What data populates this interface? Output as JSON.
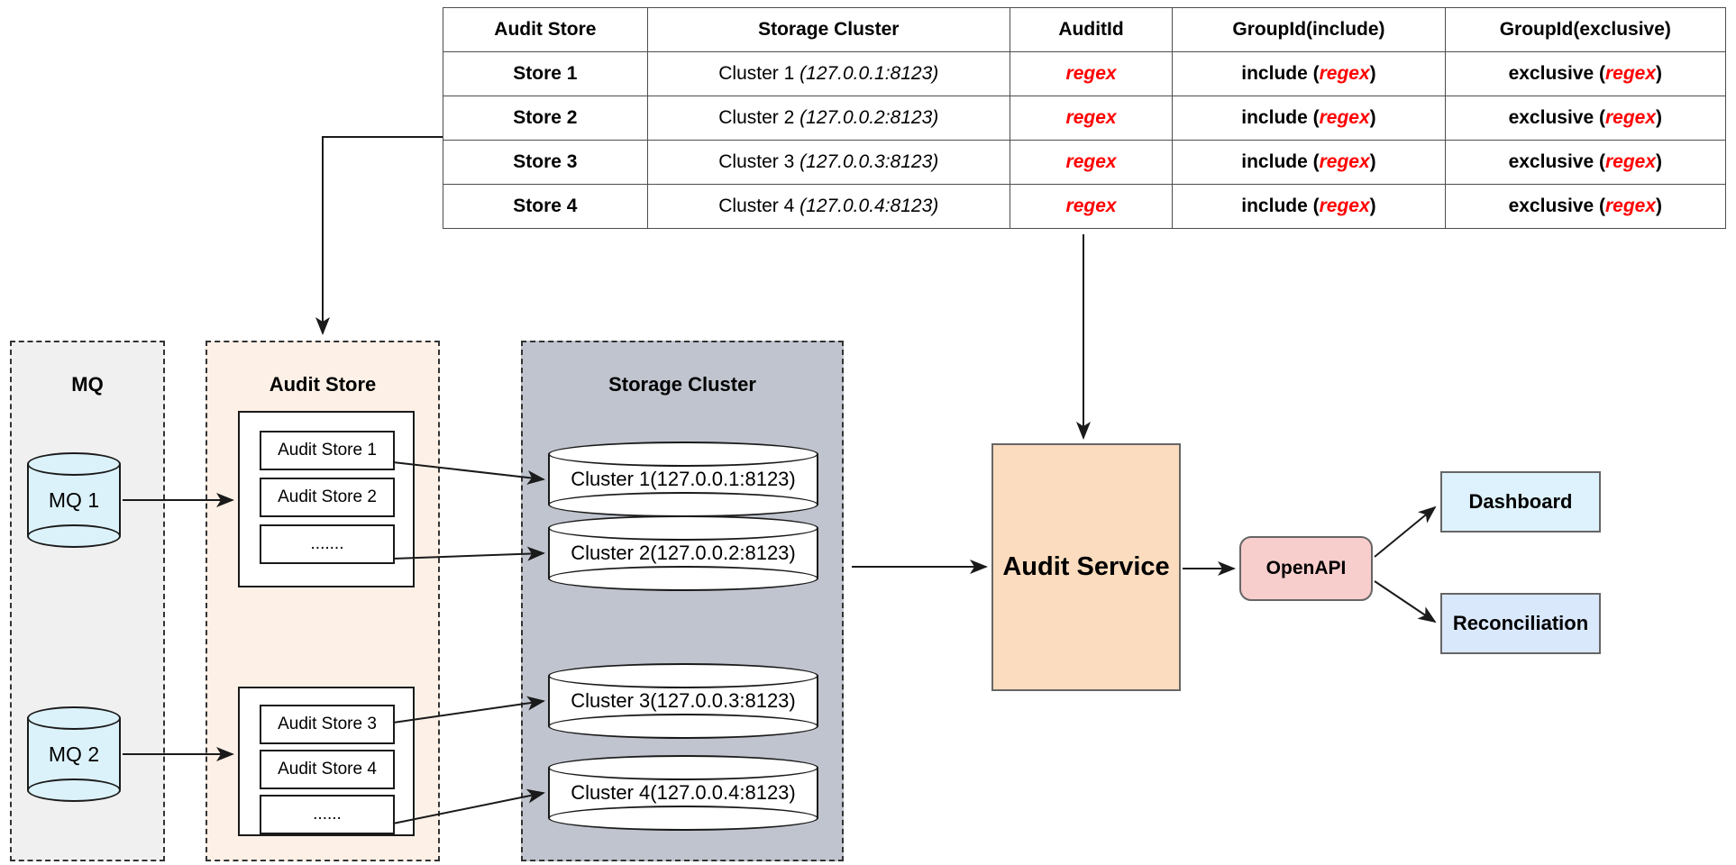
{
  "table": {
    "columns": [
      "Audit Store",
      "Storage Cluster",
      "AuditId",
      "GroupId(include)",
      "GroupId(exclusive)"
    ],
    "rows": [
      {
        "audit_store": "Store 1",
        "cluster_name": "Cluster 1",
        "cluster_addr": "(127.0.0.1:8123)",
        "audit_id": "regex",
        "group_include_prefix": "include (",
        "group_include_regex": "regex",
        "group_include_suffix": ")",
        "group_exclusive_prefix": "exclusive (",
        "group_exclusive_regex": "regex",
        "group_exclusive_suffix": ")"
      },
      {
        "audit_store": "Store 2",
        "cluster_name": "Cluster 2",
        "cluster_addr": "(127.0.0.2:8123)",
        "audit_id": "regex",
        "group_include_prefix": "include (",
        "group_include_regex": "regex",
        "group_include_suffix": ")",
        "group_exclusive_prefix": "exclusive (",
        "group_exclusive_regex": "regex",
        "group_exclusive_suffix": ")"
      },
      {
        "audit_store": "Store 3",
        "cluster_name": "Cluster 3",
        "cluster_addr": "(127.0.0.3:8123)",
        "audit_id": "regex",
        "group_include_prefix": "include (",
        "group_include_regex": "regex",
        "group_include_suffix": ")",
        "group_exclusive_prefix": "exclusive (",
        "group_exclusive_regex": "regex",
        "group_exclusive_suffix": ")"
      },
      {
        "audit_store": "Store 4",
        "cluster_name": "Cluster 4",
        "cluster_addr": "(127.0.0.4:8123)",
        "audit_id": "regex",
        "group_include_prefix": "include (",
        "group_include_regex": "regex",
        "group_include_suffix": ")",
        "group_exclusive_prefix": "exclusive (",
        "group_exclusive_regex": "regex",
        "group_exclusive_suffix": ")"
      }
    ]
  },
  "panels": {
    "mq": {
      "title": "MQ"
    },
    "audit_store": {
      "title": "Audit Store"
    },
    "storage_cluster": {
      "title": "Storage Cluster"
    }
  },
  "mq_queues": [
    {
      "label": "MQ 1"
    },
    {
      "label": "MQ 2"
    }
  ],
  "audit_store_groups": [
    {
      "items": [
        {
          "label": "Audit Store 1"
        },
        {
          "label": "Audit Store 2"
        },
        {
          "label": "......."
        }
      ]
    },
    {
      "items": [
        {
          "label": "Audit Store 3"
        },
        {
          "label": "Audit Store 4"
        },
        {
          "label": "......"
        }
      ]
    }
  ],
  "storage_clusters": [
    {
      "label": "Cluster 1(127.0.0.1:8123)"
    },
    {
      "label": "Cluster 2(127.0.0.2:8123)"
    },
    {
      "label": "Cluster 3(127.0.0.3:8123)"
    },
    {
      "label": "Cluster 4(127.0.0.4:8123)"
    }
  ],
  "services": {
    "audit_service": "Audit Service",
    "openapi": "OpenAPI",
    "dashboard": "Dashboard",
    "reconciliation": "Reconciliation"
  },
  "colors": {
    "mq_panel": "#f0f0f0",
    "audit_store_panel": "#fdf0e6",
    "storage_cluster_panel": "#c0c4ce",
    "mq_cylinder": "#dcf2fb",
    "audit_service": "#fcdcbe",
    "openapi": "#f8cecc",
    "dashboard": "#ddf2fc",
    "reconciliation": "#dae8fc",
    "regex_red": "#ff0000",
    "stroke": "#1a1a1a"
  }
}
